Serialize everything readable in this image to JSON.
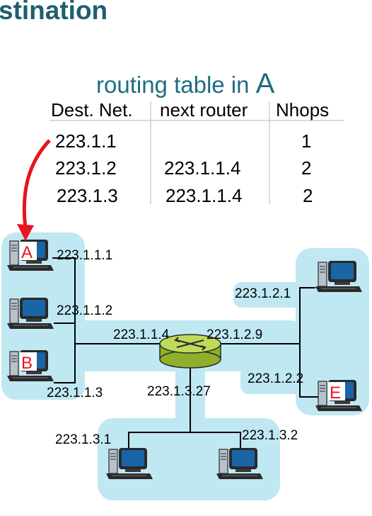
{
  "title": "stination",
  "routing_table": {
    "caption_prefix": "routing table in ",
    "caption_host": "A",
    "headers": [
      "Dest. Net.",
      "next router",
      "Nhops"
    ],
    "rows": [
      {
        "dest": "223.1.1",
        "next": "",
        "nhops": "1"
      },
      {
        "dest": "223.1.2",
        "next": "223.1.1.4",
        "nhops": "2"
      },
      {
        "dest": "223.1.3",
        "next": "223.1.1.4",
        "nhops": "2"
      }
    ]
  },
  "hosts": {
    "a": "A",
    "b": "B",
    "e": "E"
  },
  "addresses": {
    "a": "223.1.1.1",
    "host2": "223.1.1.2",
    "b": "223.1.1.3",
    "router_net1": "223.1.1.4",
    "router_net2": "223.1.2.9",
    "router_net3": "223.1.3.27",
    "net2_host": "223.1.2.1",
    "e": "223.1.2.2",
    "net3_left": "223.1.3.1",
    "net3_right": "223.1.3.2"
  },
  "colors": {
    "title": "#1e5f6e",
    "network_bg": "#bfe8f2",
    "router": "#a8c83c",
    "arrow": "#e8141e",
    "host_label": "#e8141e"
  }
}
